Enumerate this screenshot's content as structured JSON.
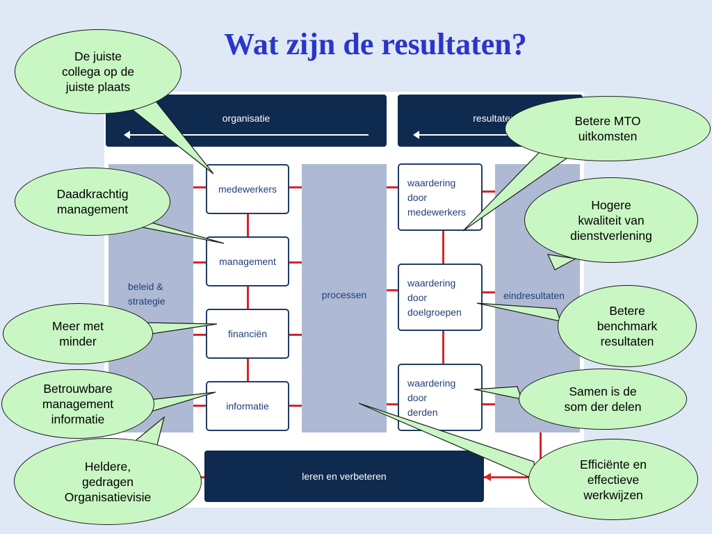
{
  "title": "Wat zijn de resultaten?",
  "diagram": {
    "bands": {
      "organisatie": "organisatie",
      "resultaten": "resultaten",
      "leren": "leren en verbeteren"
    },
    "columns": {
      "beleid": "beleid &\nstrategie",
      "processen": "processen",
      "eindresultaten": "eindresultaten"
    },
    "boxes": {
      "medewerkers": "medewerkers",
      "management": "management",
      "financien": "financiën",
      "informatie": "informatie",
      "waardering_medewerkers": "waardering\ndoor\nmedewerkers",
      "waardering_doelgroepen": "waardering\ndoor\ndoelgroepen",
      "waardering_derden": "waardering\ndoor\nderden"
    }
  },
  "callouts": {
    "juiste_collega": "De juiste\ncollega op de\njuiste plaats",
    "daadkrachtig": "Daadkrachtig\nmanagement",
    "meer_met_minder": "Meer met\nminder",
    "betrouwbare": "Betrouwbare\nmanagement\ninformatie",
    "heldere": "Heldere,\ngedragen\nOrganisatievisie",
    "betere_mto": "Betere MTO\nuitkomsten",
    "hogere": "Hogere\nkwaliteit van\ndienstverlening",
    "betere_benchmark": "Betere\nbenchmark\nresultaten",
    "samen": "Samen is de\nsom der delen",
    "efficiente": "Efficiënte en\neffectieve\nwerkwijzen"
  },
  "colors": {
    "title": "#2b35c8",
    "navy": "#0e2a4e",
    "column": "#aebad3",
    "connector": "#d6242b",
    "callout": "#c9f7c3",
    "background": "#dfe8f5"
  }
}
